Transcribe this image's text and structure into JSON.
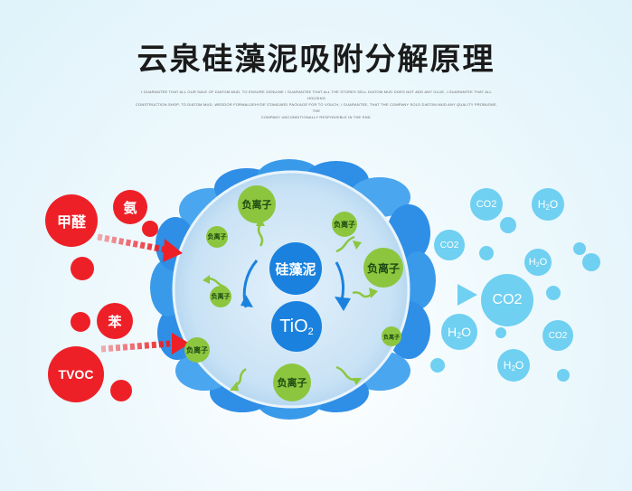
{
  "title": "云泉硅藻泥吸附分解原理",
  "fine_print": [
    "I GUARANTEE THAT ALL OUR SALE OF DIATOM MUD, TO ENSURE GENUINE / GUARANTEE THAT ALL THE STORES SELL DIATOM MUD DOES NOT ADD ANY GLUE, I GUARANTEE THAT ALL HOUSING",
    "CONSTRUCTION SHOP, TO DIATOM MUD, WEDDOR FORMALDEHYDE STANDARD PACKAGE FOR TO VOUCH, I GUARANTEE, THAT THE COMPANY SOLD DIATOM MUD ANY QUALITY PROBLEMS, THE",
    "COMPANY UNCONDITIONALLY RESPONSIBLE IN THE END."
  ],
  "pollutants": {
    "formaldehyde": "甲醛",
    "ammonia": "氨",
    "benzene": "苯",
    "tvoc": "TVOC"
  },
  "center": {
    "diatom_mud": "硅藻泥",
    "tio2_main": "TiO",
    "tio2_sub": "2"
  },
  "negative_ion": "负离子",
  "outputs": {
    "co2": "CO2",
    "h2o_main": "H",
    "h2o_sub": "2",
    "h2o_end": "O"
  },
  "colors": {
    "pollutant_red": "#ee2027",
    "output_blue": "#6fd0f1",
    "ion_green": "#8cc63f",
    "core_blue": "#1a82de",
    "circle_fill": "#cfe6f7",
    "scallop_blue": "#2f8ee6",
    "arrow_gray": "#cfcfcf"
  }
}
